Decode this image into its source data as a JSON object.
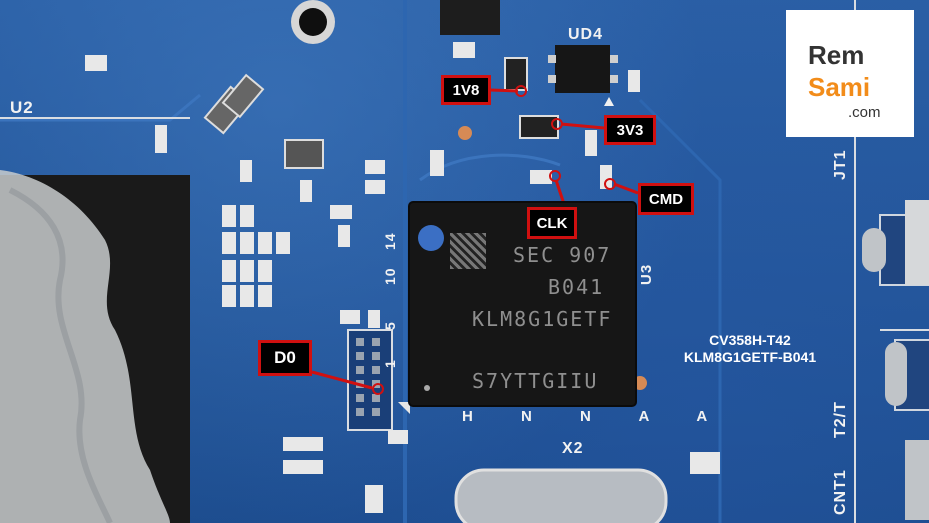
{
  "logo": {
    "rem": "Rem",
    "sami": "Sami",
    "com": ".com",
    "accent": "#f28c1a"
  },
  "callouts": {
    "v1v8": "1V8",
    "v3v3": "3V3",
    "cmd": "CMD",
    "clk": "CLK",
    "d0": "D0",
    "border_color": "#d01010"
  },
  "chip": {
    "line1": "SEC 907",
    "line2": "B041",
    "line3": "KLM8G1GETF",
    "line4": "S7YTTGIIU"
  },
  "model": {
    "line1": "CV358H-T42",
    "line2": "KLM8G1GETF-B041"
  },
  "silkscreen": {
    "u2": "U2",
    "ud4": "UD4",
    "u3": "U3",
    "x2": "X2",
    "jt1": "JT1",
    "t2t": "T2/T",
    "cnt1": "CNT1",
    "n10": "10",
    "n14": "14",
    "n5": "5",
    "n1": "1",
    "pins": "H N N A A"
  }
}
